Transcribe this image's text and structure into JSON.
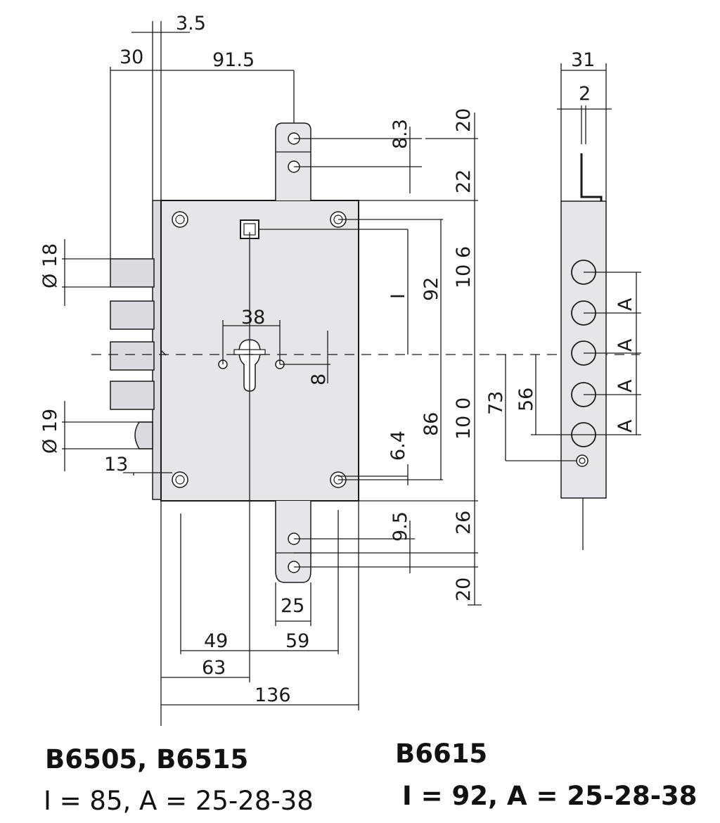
{
  "dimensions": {
    "d3_5": "3.5",
    "d30": "30",
    "d91_5": "91.5",
    "d31": "31",
    "d2": "2",
    "d20_top": "20",
    "d8_3": "8.3",
    "d22": "22",
    "d18": "Ø 18",
    "d19": "Ø 19",
    "d13": "13",
    "d38": "38",
    "d8": "8",
    "dI": "I",
    "d92": "92",
    "d106": "10 6",
    "d86": "86",
    "d100": "10 0",
    "d6_4": "6.4",
    "d73": "73",
    "d56": "56",
    "d26": "26",
    "d9_5": "9.5",
    "d20_bottom": "20",
    "d25": "25",
    "d49": "49",
    "d59": "59",
    "d63": "63",
    "d136": "136",
    "dA": "A"
  },
  "captions": {
    "left_models": "B6505, B6515",
    "left_spec": "I = 85,  A = 25-28-38",
    "right_model": "B6615",
    "right_spec": "I = 92,  A = 25-28-38"
  }
}
